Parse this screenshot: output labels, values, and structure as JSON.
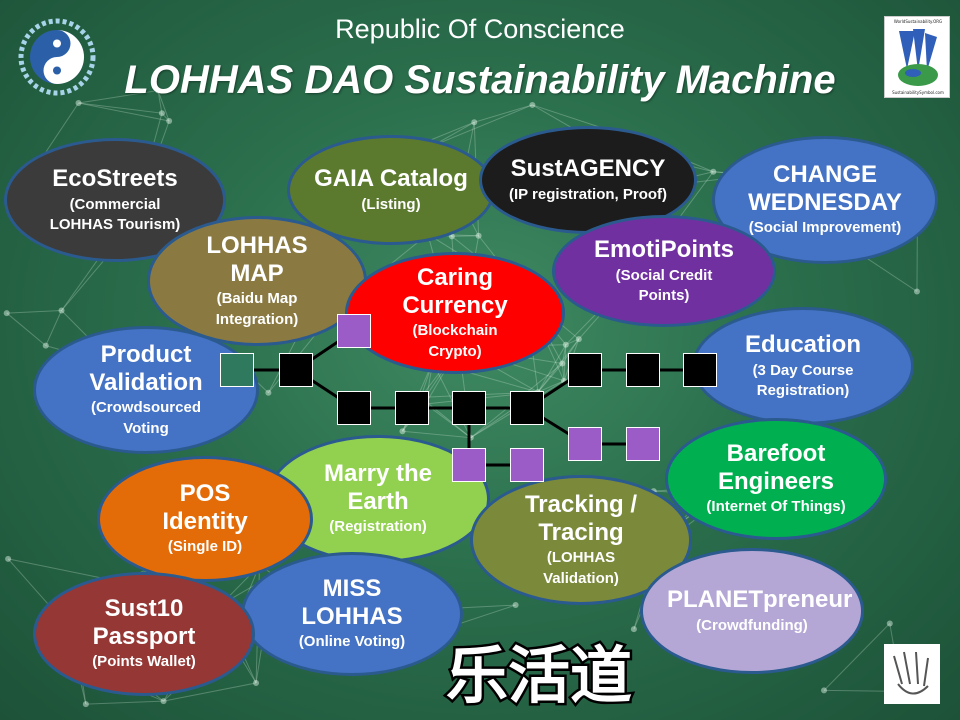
{
  "header": {
    "subtitle": "Republic Of Conscience",
    "title": "LOHHAS DAO Sustainability Machine",
    "logo_right_top": "WorldSustainability.ORG",
    "logo_right_bottom": "SustainabilitySymbol.com"
  },
  "footer_text": "乐活道",
  "colors": {
    "background": "#2a6e4c",
    "chain_block": "#000000",
    "side_block": "#9c5cc8",
    "start_block": "#2f7a5e",
    "node_border": "#2b5a8f"
  },
  "nodes": [
    {
      "id": "ecostreets",
      "name": "EcoStreets",
      "desc": "(Commercial LOHHAS Tourism)",
      "fill": "#3b3b3b"
    },
    {
      "id": "gaia-catalog",
      "name": "GAIA Catalog",
      "desc": "(Listing)",
      "fill": "#5b7a2e"
    },
    {
      "id": "sustagency",
      "name": "SustAGENCY",
      "desc": "(IP registration, Proof)",
      "fill": "#1c1c1c"
    },
    {
      "id": "change-wednesday",
      "name": "CHANGE WEDNESDAY",
      "desc": "(Social Improvement)",
      "fill": "#4472c4"
    },
    {
      "id": "lohhas-map",
      "name": "LOHHAS MAP",
      "desc": "(Baidu Map Integration)",
      "fill": "#8a7a42"
    },
    {
      "id": "caring-currency",
      "name": "Caring Currency",
      "desc": "(Blockchain Crypto)",
      "fill": "#ff0000"
    },
    {
      "id": "emotipoints",
      "name": "EmotiPoints",
      "desc": "(Social Credit Points)",
      "fill": "#7030a0"
    },
    {
      "id": "product-validation",
      "name": "Product Validation",
      "desc": "(Crowdsourced Voting",
      "fill": "#4472c4"
    },
    {
      "id": "education",
      "name": "Education",
      "desc": "(3 Day Course Registration)",
      "fill": "#4472c4"
    },
    {
      "id": "barefoot-engineers",
      "name": "Barefoot Engineers",
      "desc": "(Internet Of Things)",
      "fill": "#00b050"
    },
    {
      "id": "marry-the-earth",
      "name": "Marry the Earth",
      "desc": "(Registration)",
      "fill": "#92d050"
    },
    {
      "id": "pos-identity",
      "name": "POS Identity",
      "desc": "(Single ID)",
      "fill": "#e36c09"
    },
    {
      "id": "tracking-tracing",
      "name": "Tracking / Tracing",
      "desc": "(LOHHAS Validation)",
      "fill": "#7a8a3a"
    },
    {
      "id": "planetpreneur",
      "name": "PLANETpreneur",
      "desc": "(Crowdfunding)",
      "fill": "#b4a7d6"
    },
    {
      "id": "miss-lohhas",
      "name": "MISS LOHHAS",
      "desc": "(Online Voting)",
      "fill": "#4472c4"
    },
    {
      "id": "sust10-passport",
      "name": "Sust10 Passport",
      "desc": "(Points Wallet)",
      "fill": "#953735"
    }
  ]
}
